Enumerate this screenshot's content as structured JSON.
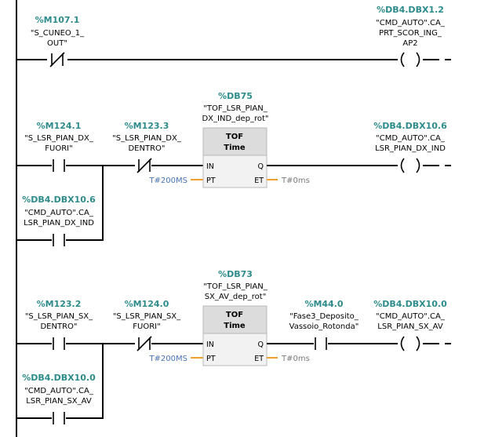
{
  "network1": {
    "contact": {
      "address": "%M107.1",
      "sym1": "\"S_CUNEO_1_",
      "sym2": "OUT\""
    },
    "coil": {
      "address": "%DB4.DBX1.2",
      "sym1": "\"CMD_AUTO\".CA_",
      "sym2": "PRT_SCOR_ING_",
      "sym3": "AP2"
    }
  },
  "network2": {
    "contact1": {
      "address": "%M124.1",
      "sym1": "\"S_LSR_PIAN_DX_",
      "sym2": "FUORI\""
    },
    "contact2": {
      "address": "%M123.3",
      "sym1": "\"S_LSR_PIAN_DX_",
      "sym2": "DENTRO\""
    },
    "parallel": {
      "address": "%DB4.DBX10.6",
      "sym1": "\"CMD_AUTO\".CA_",
      "sym2": "LSR_PIAN_DX_IND"
    },
    "timer": {
      "db": "%DB75",
      "inst1": "\"TOF_LSR_PIAN_",
      "inst2": "DX_IND_dep_rot\"",
      "type": "TOF",
      "subtype": "Time",
      "in": "IN",
      "pt": "PT",
      "q": "Q",
      "et": "ET",
      "pt_value": "T#200MS",
      "et_value": "T#0ms"
    },
    "coil": {
      "address": "%DB4.DBX10.6",
      "sym1": "\"CMD_AUTO\".CA_",
      "sym2": "LSR_PIAN_DX_IND"
    }
  },
  "network3": {
    "contact1": {
      "address": "%M123.2",
      "sym1": "\"S_LSR_PIAN_SX_",
      "sym2": "DENTRO\""
    },
    "contact2": {
      "address": "%M124.0",
      "sym1": "\"S_LSR_PIAN_SX_",
      "sym2": "FUORI\""
    },
    "parallel": {
      "address": "%DB4.DBX10.0",
      "sym1": "\"CMD_AUTO\".CA_",
      "sym2": "LSR_PIAN_SX_AV"
    },
    "timer": {
      "db": "%DB73",
      "inst1": "\"TOF_LSR_PIAN_",
      "inst2": "SX_AV_dep_rot\"",
      "type": "TOF",
      "subtype": "Time",
      "in": "IN",
      "pt": "PT",
      "q": "Q",
      "et": "ET",
      "pt_value": "T#200MS",
      "et_value": "T#0ms"
    },
    "contact3": {
      "address": "%M44.0",
      "sym1": "\"Fase3_Deposito_",
      "sym2": "Vassoio_Rotonda\""
    },
    "coil": {
      "address": "%DB4.DBX10.0",
      "sym1": "\"CMD_AUTO\".CA_",
      "sym2": "LSR_PIAN_SX_AV"
    }
  },
  "colors": {
    "address": "#2e8b8b",
    "pt_value": "#4a74b4",
    "et_value": "#7a7a7a",
    "et_wire": "#f0a030",
    "block_header": "#dcdcdc",
    "block_body": "#f2f2f2"
  }
}
